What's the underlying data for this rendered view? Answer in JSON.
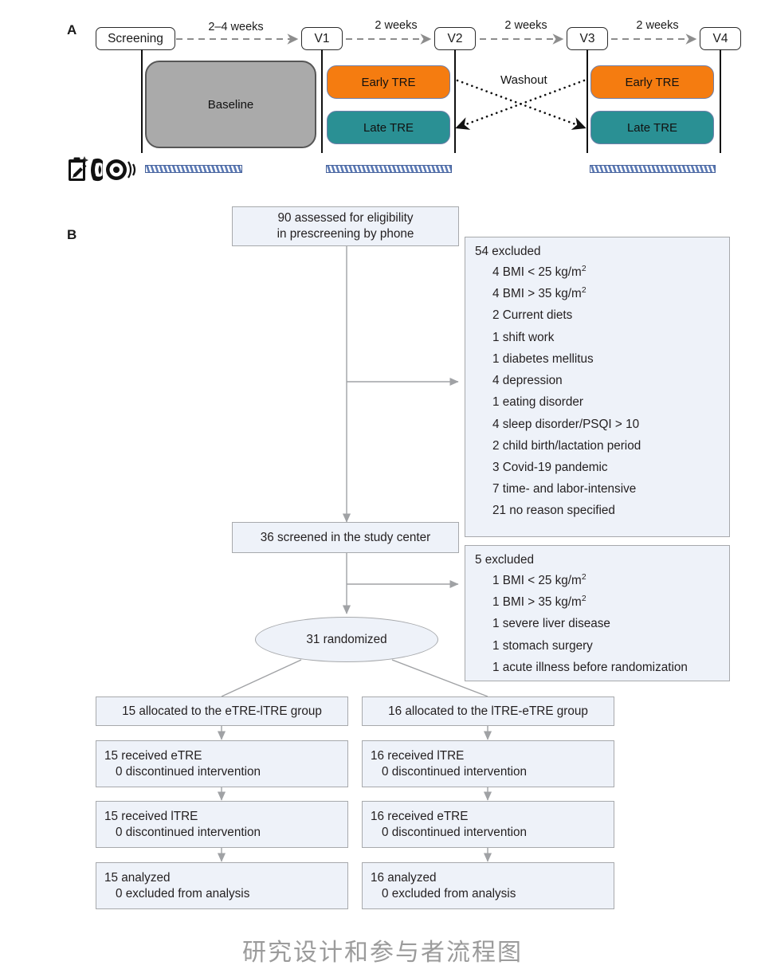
{
  "figure": {
    "caption": "研究设计和参与者流程图"
  },
  "panel_a": {
    "letter": "A",
    "visits": [
      {
        "label": "Screening"
      },
      {
        "label": "V1"
      },
      {
        "label": "V2"
      },
      {
        "label": "V3"
      },
      {
        "label": "V4"
      }
    ],
    "durations": [
      {
        "label": "2–4 weeks"
      },
      {
        "label": "2 weeks"
      },
      {
        "label": "2 weeks"
      },
      {
        "label": "2 weeks"
      }
    ],
    "phases": {
      "baseline": "Baseline",
      "early_tre_1": "Early TRE",
      "late_tre_1": "Late TRE",
      "early_tre_2": "Early TRE",
      "late_tre_2": "Late TRE"
    },
    "washout_label": "Washout",
    "icons": [
      {
        "name": "clipboard-pen-icon"
      },
      {
        "name": "smartwatch-icon"
      },
      {
        "name": "sensor-signal-icon"
      }
    ],
    "measurement_bars": 3,
    "colors": {
      "early_tre": "#F57C10",
      "late_tre": "#2A9094",
      "baseline": "#AAAAAA",
      "hatch_border": "#46629B",
      "hatch_stripe": "#5B79B4"
    }
  },
  "panel_b": {
    "letter": "B",
    "assessed": {
      "line1": "90 assessed for eligibility",
      "line2": "in prescreening by phone"
    },
    "excluded_1": {
      "title": "54 excluded",
      "reasons": [
        "4 BMI < 25 kg/m2",
        "4 BMI > 35 kg/m2",
        "2 Current diets",
        "1 shift work",
        "1 diabetes mellitus",
        "4 depression",
        "1 eating disorder",
        "4 sleep disorder/PSQI > 10",
        "2 child birth/lactation period",
        "3 Covid-19 pandemic",
        "7 time- and labor-intensive",
        "21 no reason specified"
      ]
    },
    "screened": "36 screened in the study center",
    "excluded_2": {
      "title": "5 excluded",
      "reasons": [
        "1 BMI < 25 kg/m2",
        "1 BMI > 35 kg/m2",
        "1 severe liver disease",
        "1 stomach surgery",
        "1 acute illness before randomization"
      ]
    },
    "randomized": "31 randomized",
    "arms": [
      {
        "allocated": "15 allocated to the eTRE-lTRE group",
        "received_1_line1": "15 received eTRE",
        "received_1_line2": "0 discontinued intervention",
        "received_2_line1": "15 received lTRE",
        "received_2_line2": "0 discontinued intervention",
        "analyzed_line1": "15 analyzed",
        "analyzed_line2": "0 excluded from analysis"
      },
      {
        "allocated": "16 allocated to the lTRE-eTRE group",
        "received_1_line1": "16 received lTRE",
        "received_1_line2": "0 discontinued intervention",
        "received_2_line1": "16 received eTRE",
        "received_2_line2": "0 discontinued intervention",
        "analyzed_line1": "16 analyzed",
        "analyzed_line2": "0 excluded from analysis"
      }
    ]
  }
}
